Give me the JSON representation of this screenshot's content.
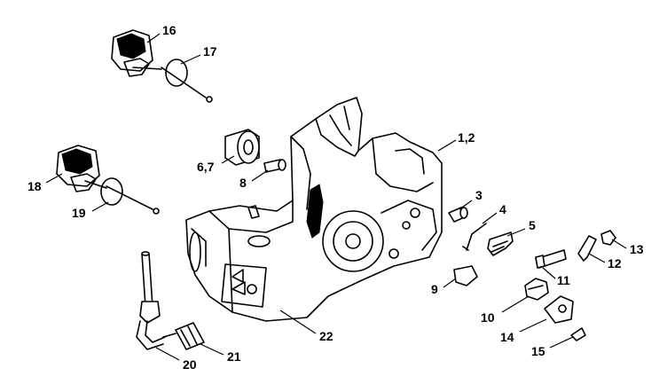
{
  "callouts": [
    {
      "id": "16",
      "text": "16"
    },
    {
      "id": "17",
      "text": "17"
    },
    {
      "id": "18",
      "text": "18"
    },
    {
      "id": "19",
      "text": "19"
    },
    {
      "id": "6-7",
      "text": "6,7"
    },
    {
      "id": "8",
      "text": "8"
    },
    {
      "id": "1-2",
      "text": "1,2"
    },
    {
      "id": "3",
      "text": "3"
    },
    {
      "id": "4",
      "text": "4"
    },
    {
      "id": "5",
      "text": "5"
    },
    {
      "id": "13",
      "text": "13"
    },
    {
      "id": "12",
      "text": "12"
    },
    {
      "id": "11",
      "text": "11"
    },
    {
      "id": "9",
      "text": "9"
    },
    {
      "id": "10",
      "text": "10"
    },
    {
      "id": "14",
      "text": "14"
    },
    {
      "id": "15",
      "text": "15"
    },
    {
      "id": "20",
      "text": "20"
    },
    {
      "id": "21",
      "text": "21"
    },
    {
      "id": "22",
      "text": "22"
    }
  ]
}
